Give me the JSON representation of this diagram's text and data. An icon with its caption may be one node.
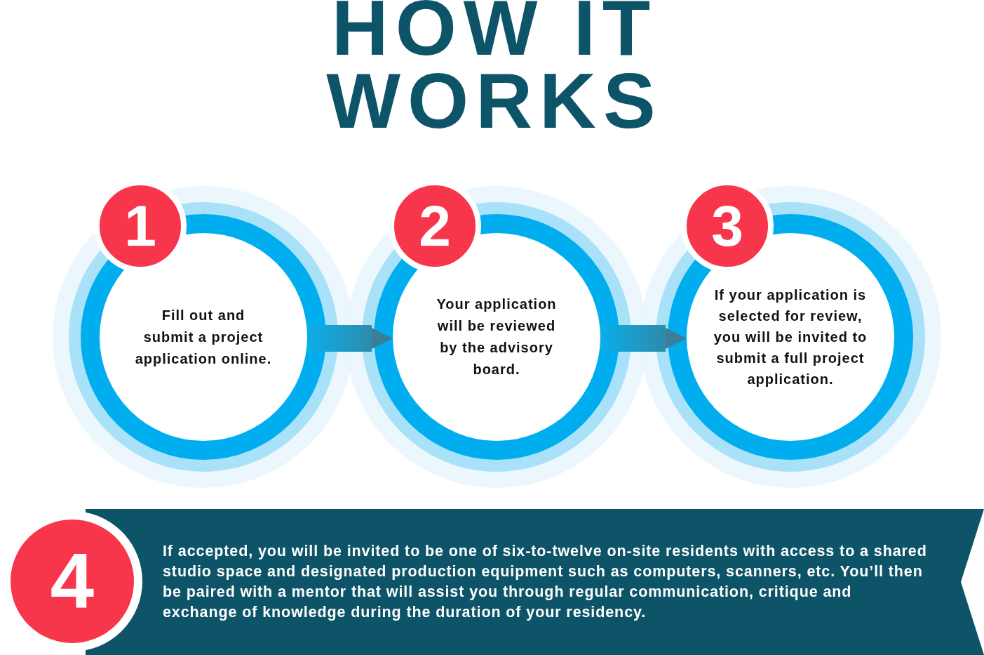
{
  "diagram": {
    "title": "HOW IT WORKS",
    "nodes": [
      {
        "text": [
          "1"
        ]
      },
      {
        "text": [
          "Fill out and submit a project application online."
        ]
      },
      {
        "text": [
          "2"
        ]
      },
      {
        "text": [
          "Your application will be reviewed by the advisory board."
        ]
      },
      {
        "text": [
          "3"
        ]
      },
      {
        "text": [
          "If your application is selected for review, you will be invited to submit a full project application."
        ]
      },
      {
        "text": [
          "4"
        ]
      },
      {
        "text": [
          "If accepted, you will be invited to be one of six-to-twelve on-site residents with access to a shared studio space and designated production equipment such as computers, scanners, etc. You’ll then be paired with a mentor that will assist you through regular communication, critique and exchange of knowledge during the duration of your residency."
        ]
      }
    ],
    "edges": [
      {
        "from": 1,
        "to": 3,
        "arrow": "to",
        "style": "thick"
      },
      {
        "from": 3,
        "to": 5,
        "arrow": "to",
        "style": "thick"
      }
    ]
  }
}
